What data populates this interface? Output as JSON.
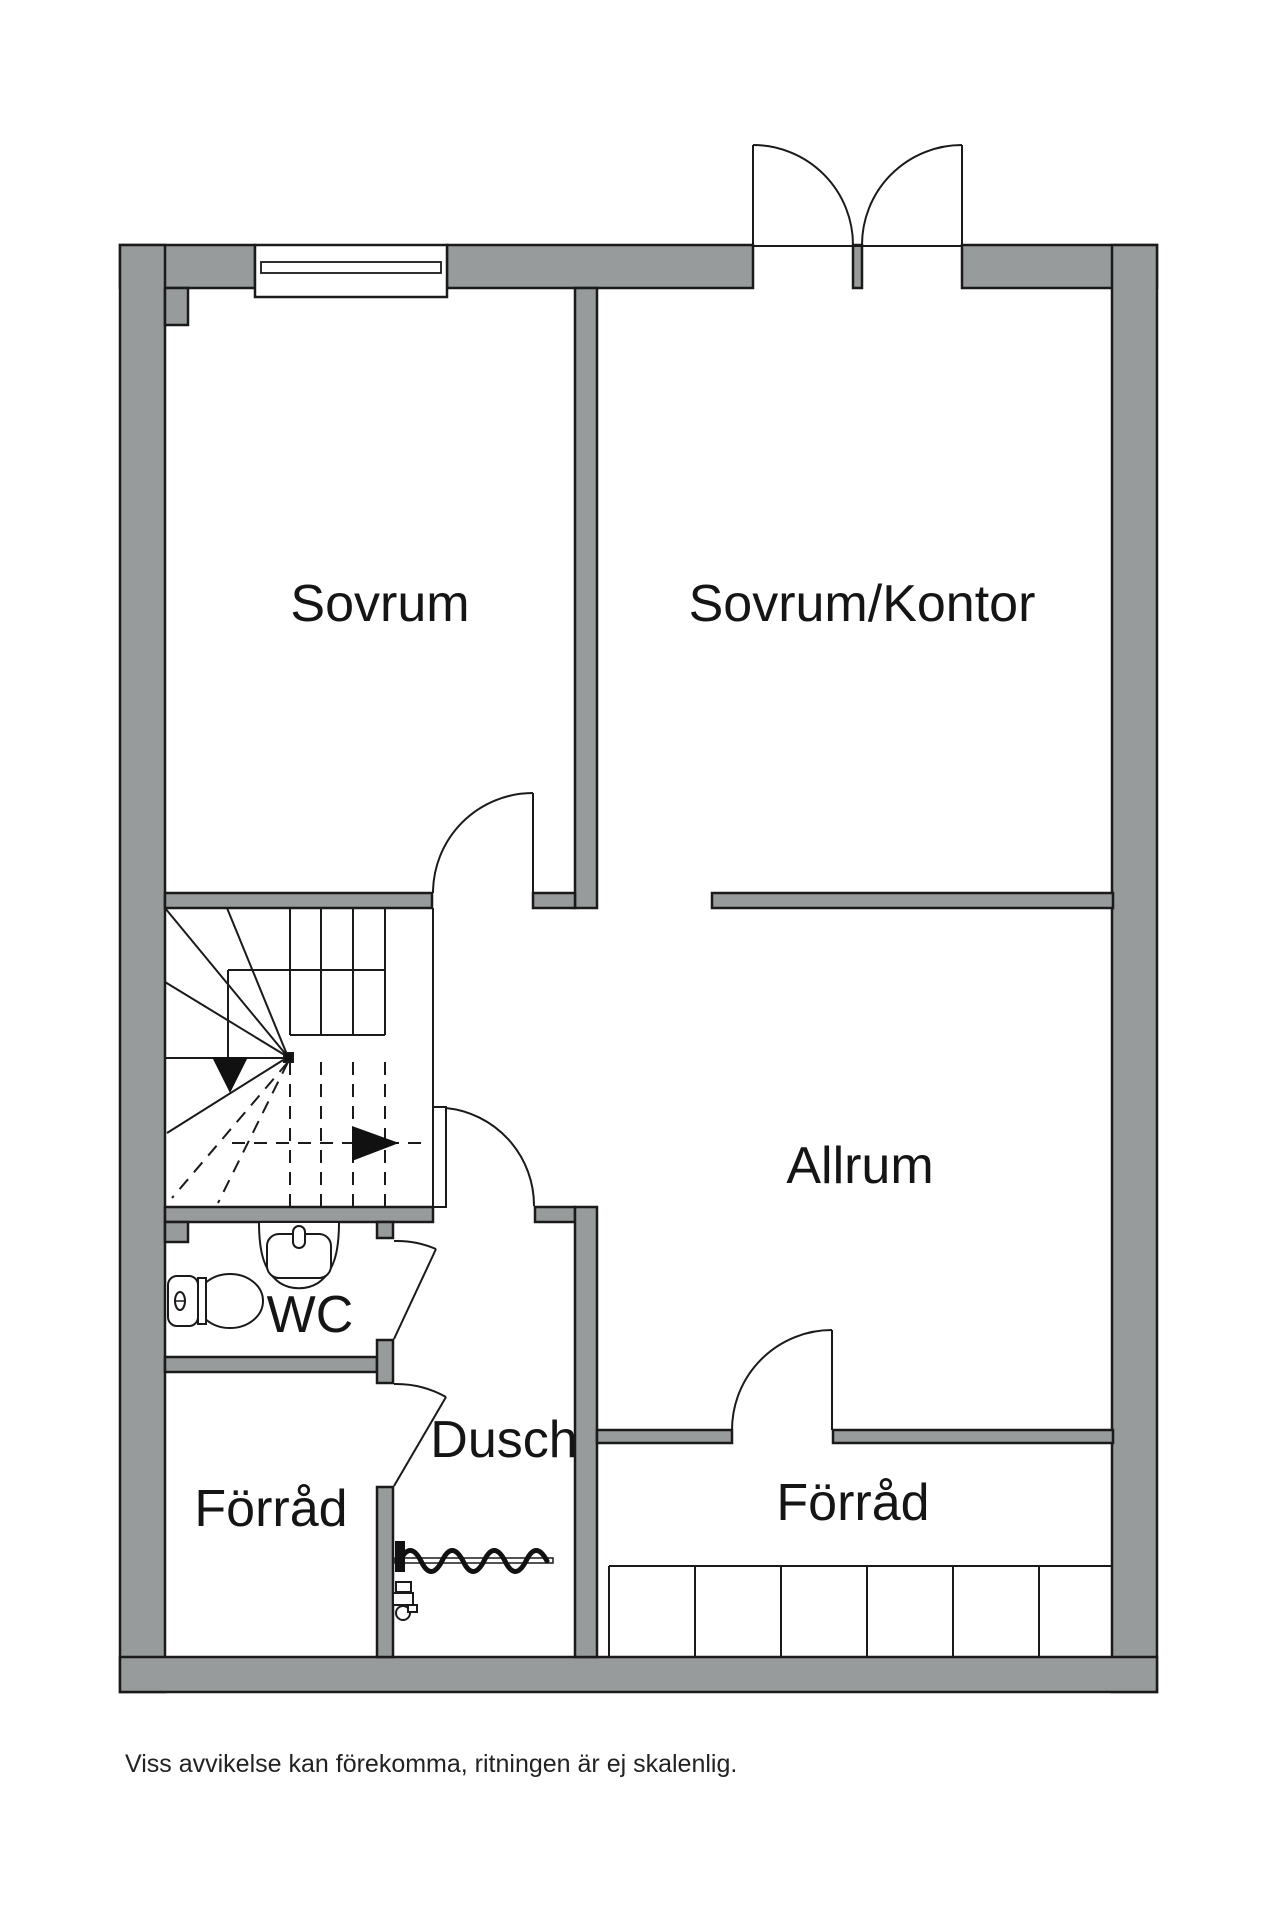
{
  "floorplan": {
    "rooms": {
      "sovrum": "Sovrum",
      "sovrum_kontor": "Sovrum/Kontor",
      "allrum": "Allrum",
      "wc": "WC",
      "dusch": "Dusch",
      "forrad_left": "Förråd",
      "forrad_right": "Förråd"
    },
    "disclaimer": "Viss avvikelse kan förekomma, ritningen är ej skalenlig.",
    "colors": {
      "wall_fill": "#989b9b",
      "line": "#1a1a1a",
      "background": "#ffffff"
    }
  }
}
